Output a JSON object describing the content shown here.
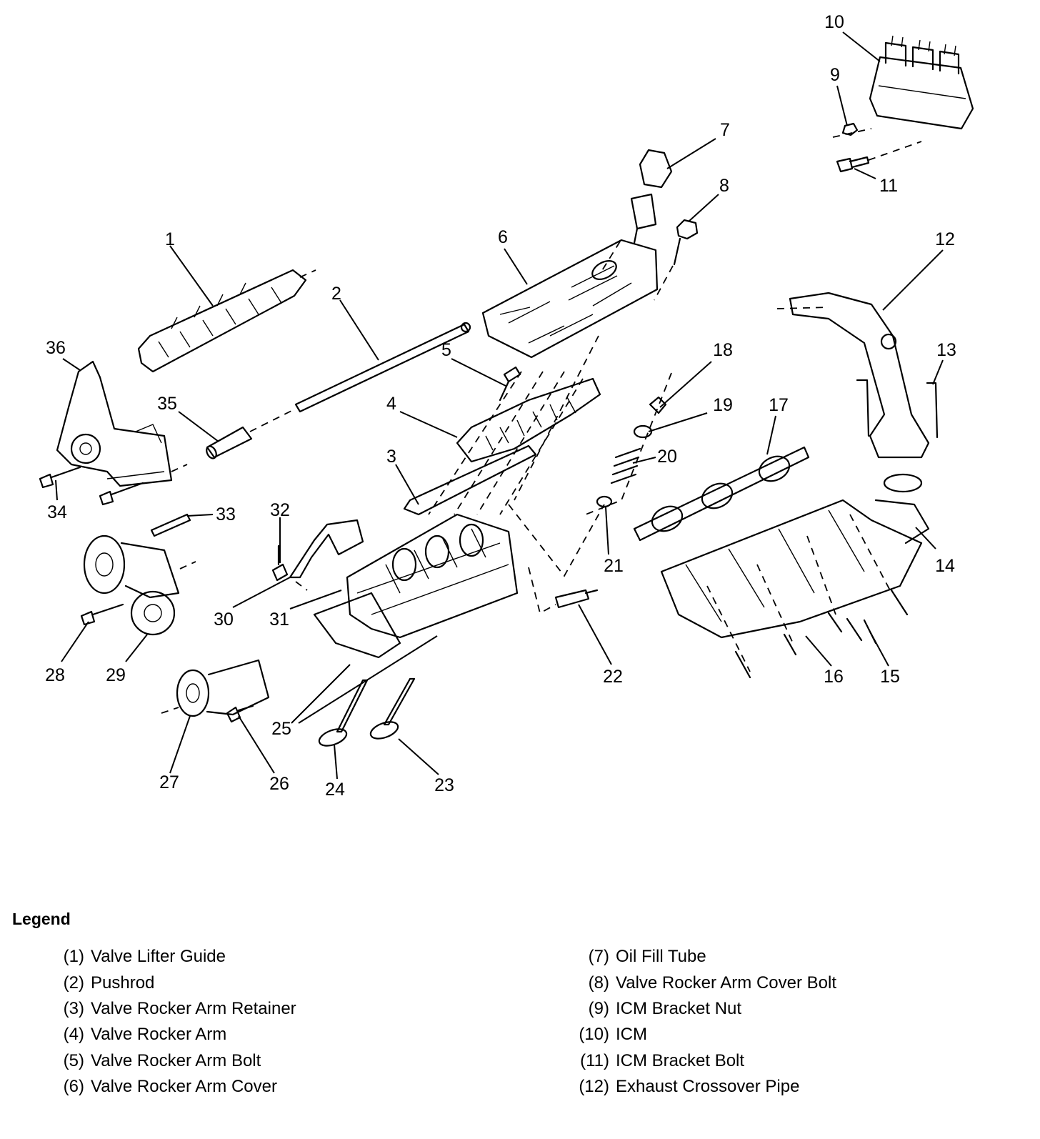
{
  "legend": {
    "title": "Legend",
    "items": [
      {
        "num": "(1)",
        "label": "Valve Lifter Guide"
      },
      {
        "num": "(2)",
        "label": "Pushrod"
      },
      {
        "num": "(3)",
        "label": "Valve Rocker Arm Retainer"
      },
      {
        "num": "(4)",
        "label": "Valve Rocker Arm"
      },
      {
        "num": "(5)",
        "label": "Valve Rocker Arm Bolt"
      },
      {
        "num": "(6)",
        "label": "Valve Rocker Arm Cover"
      },
      {
        "num": "(7)",
        "label": "Oil Fill Tube"
      },
      {
        "num": "(8)",
        "label": "Valve Rocker Arm Cover Bolt"
      },
      {
        "num": "(9)",
        "label": "ICM Bracket Nut"
      },
      {
        "num": "(10)",
        "label": "ICM"
      },
      {
        "num": "(11)",
        "label": "ICM Bracket Bolt"
      },
      {
        "num": "(12)",
        "label": "Exhaust Crossover Pipe"
      }
    ]
  },
  "callouts": [
    "1",
    "2",
    "3",
    "4",
    "5",
    "6",
    "7",
    "8",
    "9",
    "10",
    "11",
    "12",
    "13",
    "14",
    "15",
    "16",
    "17",
    "18",
    "19",
    "20",
    "21",
    "22",
    "23",
    "24",
    "25",
    "26",
    "27",
    "28",
    "29",
    "30",
    "31",
    "32",
    "33",
    "34",
    "35",
    "36"
  ]
}
